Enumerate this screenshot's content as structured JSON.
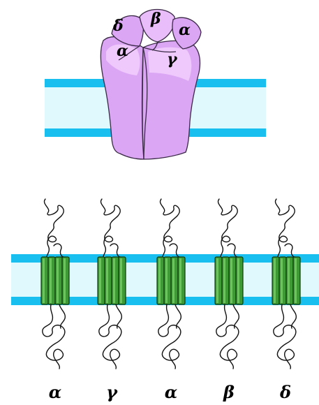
{
  "receptor": {
    "subunit_labels": [
      "δ",
      "β",
      "α",
      "α",
      "γ"
    ]
  },
  "subunits": [
    {
      "label": "α"
    },
    {
      "label": "γ"
    },
    {
      "label": "α"
    },
    {
      "label": "β"
    },
    {
      "label": "δ"
    }
  ],
  "colors": {
    "membrane_core": "#dff9fd",
    "membrane_edge": "#19c0ef",
    "receptor_fill": "#dba6f4",
    "receptor_highlight": "#efc9fb",
    "helix_fill": "#3e9a34"
  }
}
